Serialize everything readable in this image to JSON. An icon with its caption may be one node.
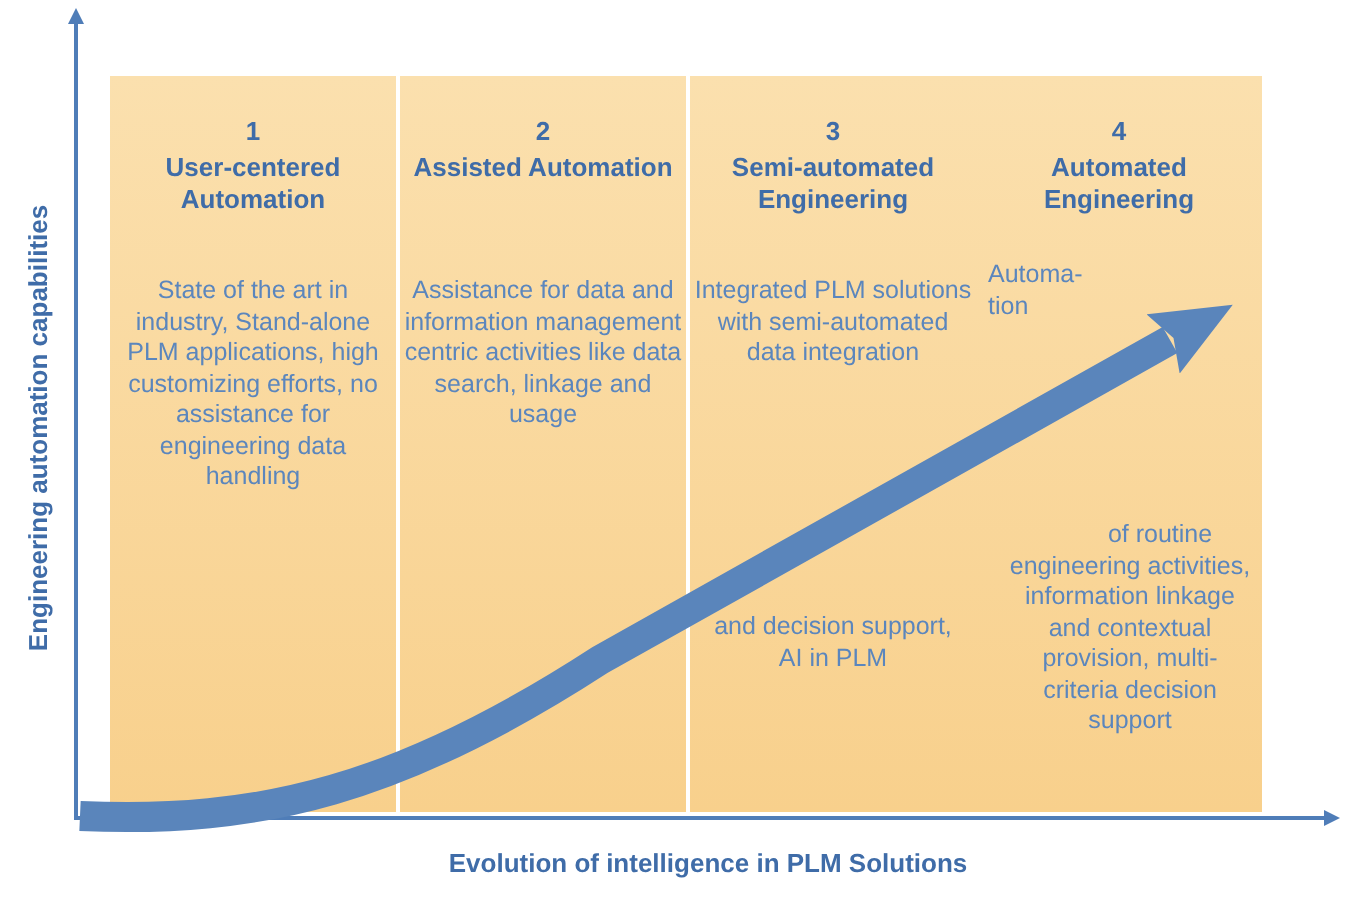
{
  "diagram": {
    "nodes": [
      {
        "text": [
          "1",
          "User-centered Automation",
          "State of the art in industry, Stand-alone PLM applications, high customizing efforts, no assistance for engineering data handling"
        ]
      },
      {
        "text": [
          "2",
          "Assisted Automation",
          "Assistance for data and information management centric activities like data search, linkage and usage"
        ]
      },
      {
        "text": [
          "3",
          "Semi-automated Engineering",
          "Integrated PLM solutions with semi-automated data integration",
          "and decision support, AI in PLM"
        ]
      },
      {
        "text": [
          "4",
          "Automated Engineering",
          "Automa- tion",
          "of routine engineering activities, information linkage and contextual provision, multi-criteria decision support"
        ]
      }
    ],
    "labels": [
      "Engineering automation capabilities",
      "Evolution of intelligence in PLM Solutions"
    ]
  }
}
